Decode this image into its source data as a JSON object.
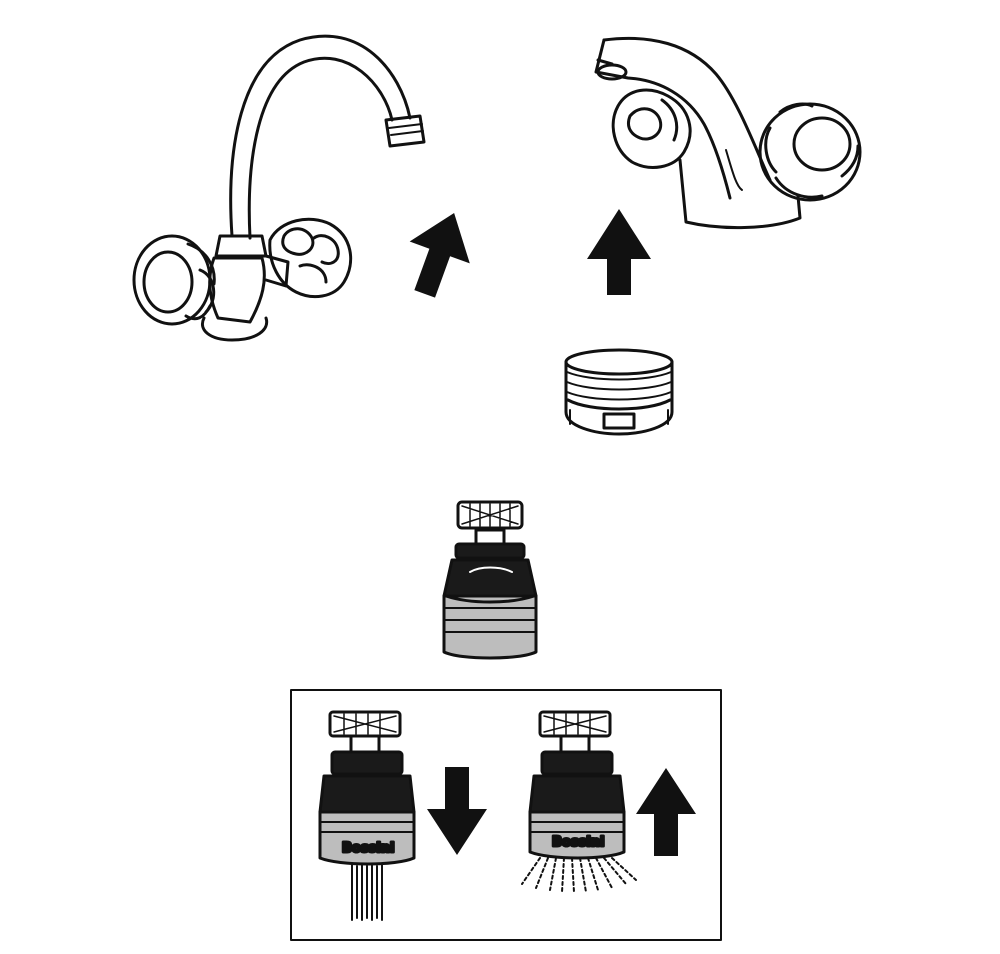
{
  "diagram": {
    "colors": {
      "ink": "#111111",
      "paper": "#ffffff",
      "shade": "#bdbdbd",
      "dark": "#1a1a1a"
    },
    "panel": {
      "left_unit": {
        "brand_label": "Bossini",
        "arrow": "down",
        "flow": "solid-stream"
      },
      "right_unit": {
        "brand_label": "Bossini",
        "arrow": "up",
        "flow": "spray"
      }
    }
  }
}
